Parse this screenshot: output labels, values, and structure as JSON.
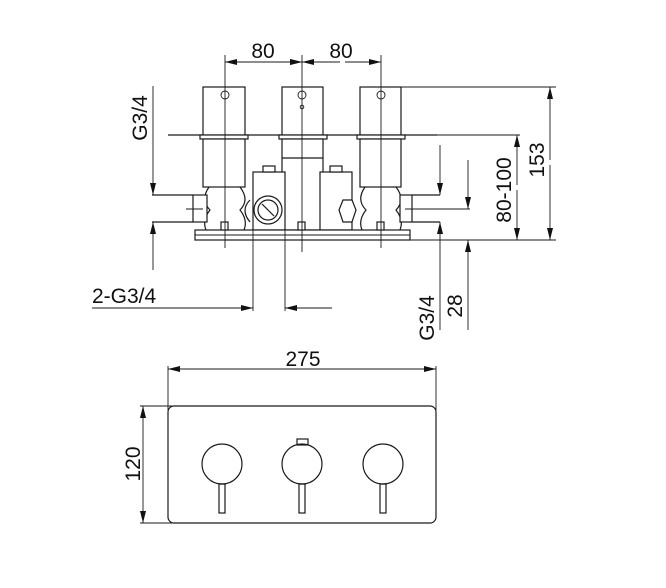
{
  "title": "Triple concealed valve dimension drawing",
  "side_view": {
    "dim_spacing_left": "80",
    "dim_spacing_right": "80",
    "dim_total_height": "153",
    "dim_wall_depth": "80-100",
    "dim_inlet_left": "G3/4",
    "dim_outlet_right": "G3/4",
    "dim_outlet_offset": "28",
    "dim_bottom_outlets": "2-G3/4"
  },
  "front_view": {
    "dim_width": "275",
    "dim_height": "120"
  },
  "colors": {
    "line": "#1a1a1a",
    "background": "#ffffff"
  }
}
